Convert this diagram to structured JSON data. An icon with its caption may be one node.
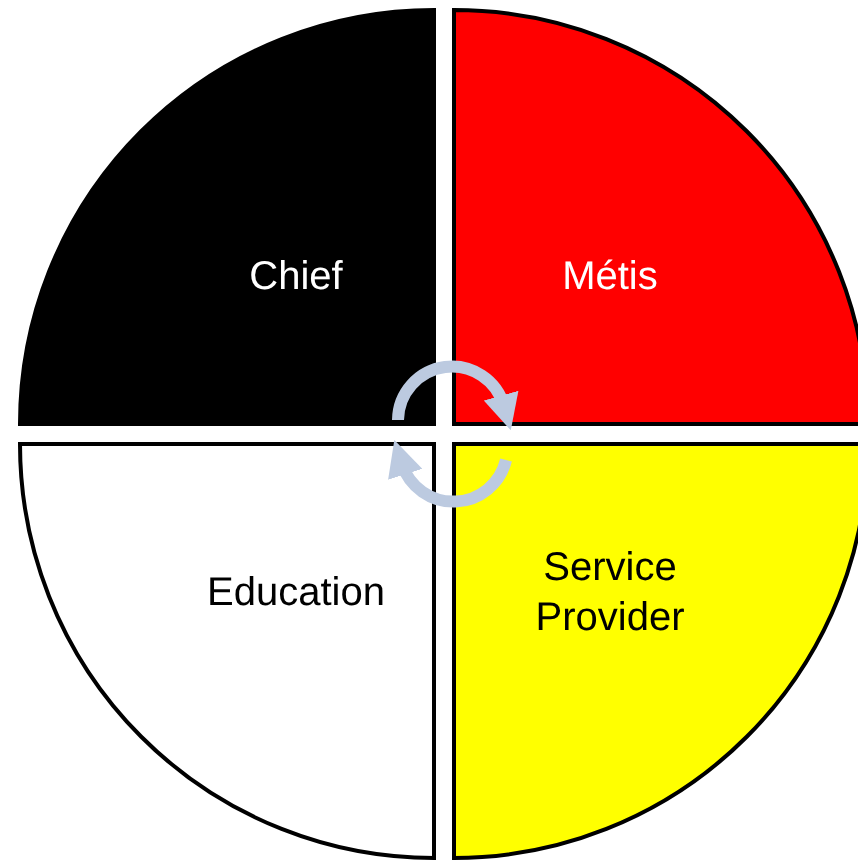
{
  "diagram": {
    "nodes": [
      {
        "text": [
          "Chief"
        ]
      },
      {
        "text": [
          "Métis"
        ]
      },
      {
        "text": [
          "Education"
        ]
      },
      {
        "text": [
          "Service Provider"
        ]
      }
    ],
    "edges": [
      {
        "from": 0,
        "to": 1,
        "arrow": "to"
      },
      {
        "from": 3,
        "to": 2,
        "arrow": "to"
      }
    ]
  }
}
